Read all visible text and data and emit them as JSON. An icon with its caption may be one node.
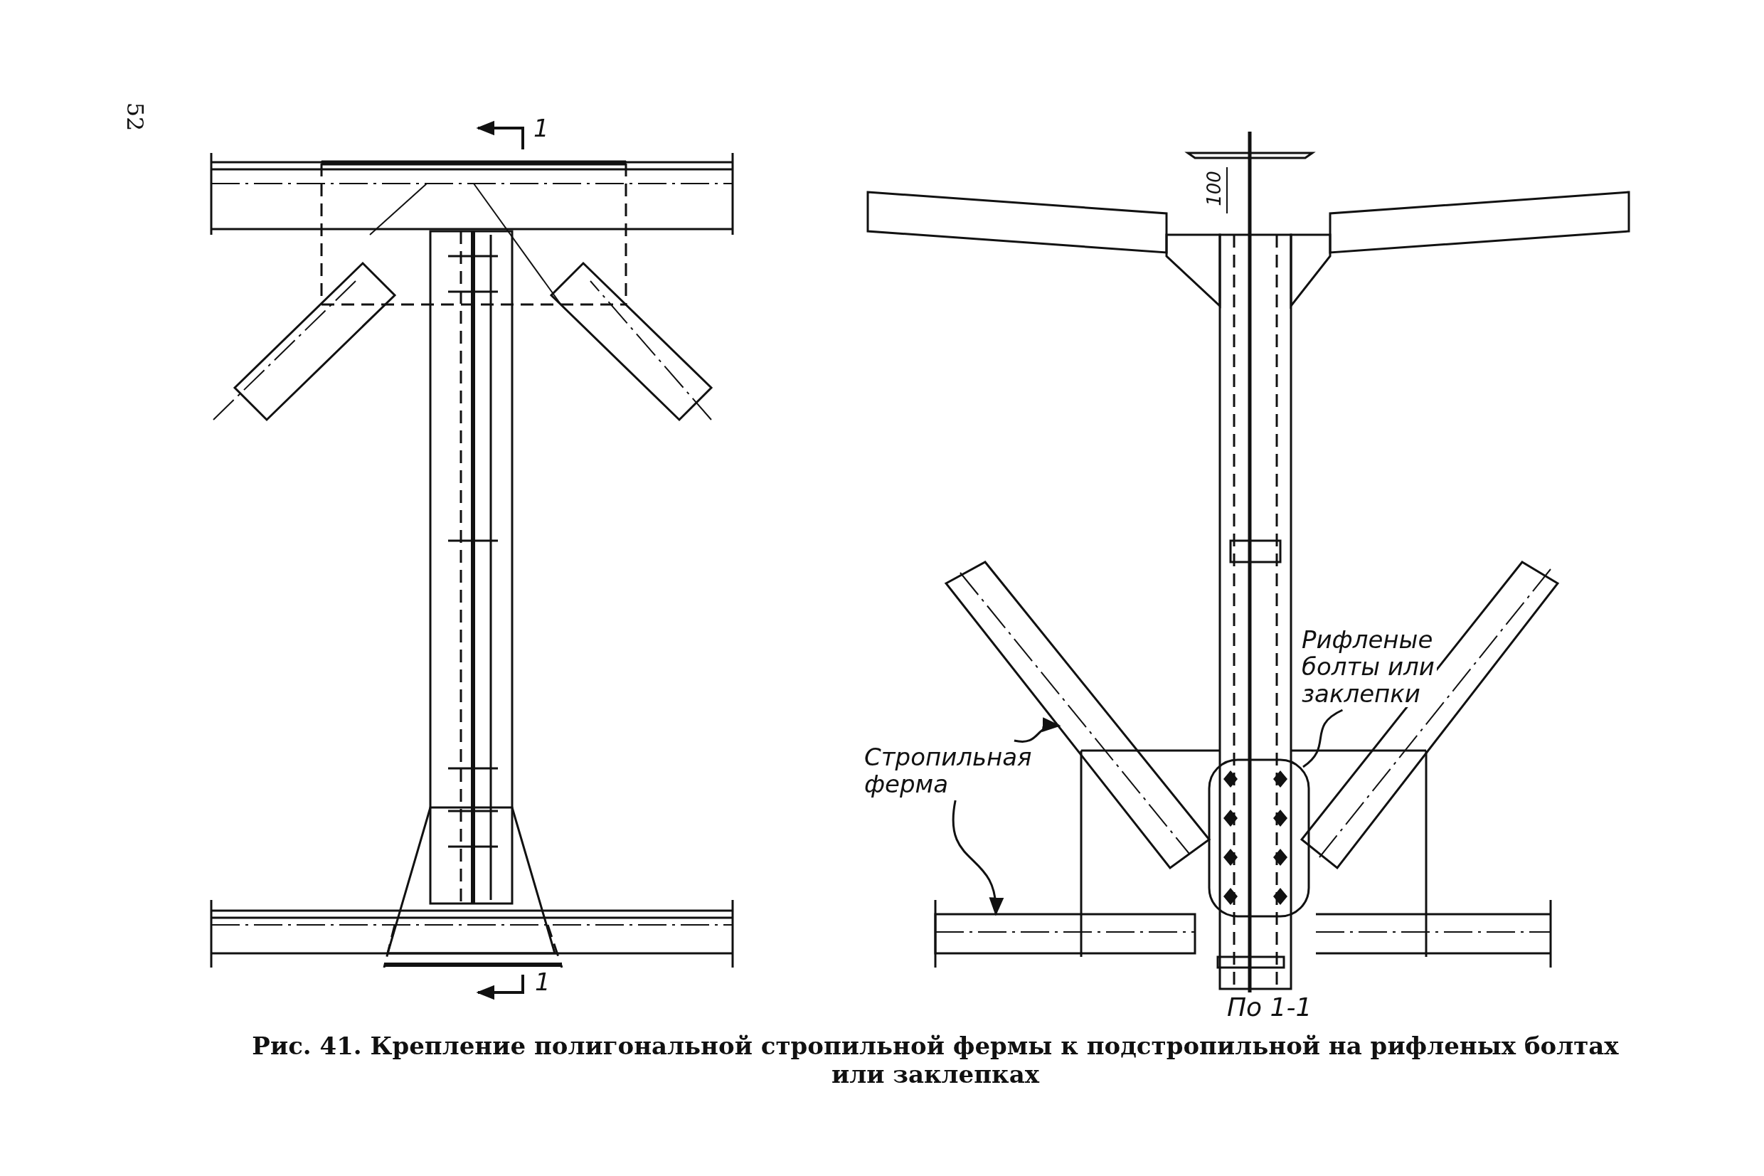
{
  "diagram": {
    "caption": "Рис. 41. Крепление полигональной стропильной фермы к подстропильной на рифленых болтах или заклепках",
    "nodes": [
      {
        "text": [
          "Стропильная ферма"
        ]
      },
      {
        "text": [
          "Рифленые болты или заклепки"
        ]
      },
      {
        "text": [],
        "shape": "bar"
      },
      {
        "text": [],
        "shape": "bar"
      },
      {
        "text": [],
        "shape": "picture"
      }
    ],
    "edges": [
      {
        "from": 0,
        "to": 2,
        "arrow": "to"
      },
      {
        "from": 0,
        "to": 3,
        "arrow": "to"
      },
      {
        "from": 1,
        "to": 4,
        "arrow": "none"
      }
    ],
    "labels": [
      "52",
      "1",
      "100",
      "1",
      "По 1-1"
    ]
  }
}
